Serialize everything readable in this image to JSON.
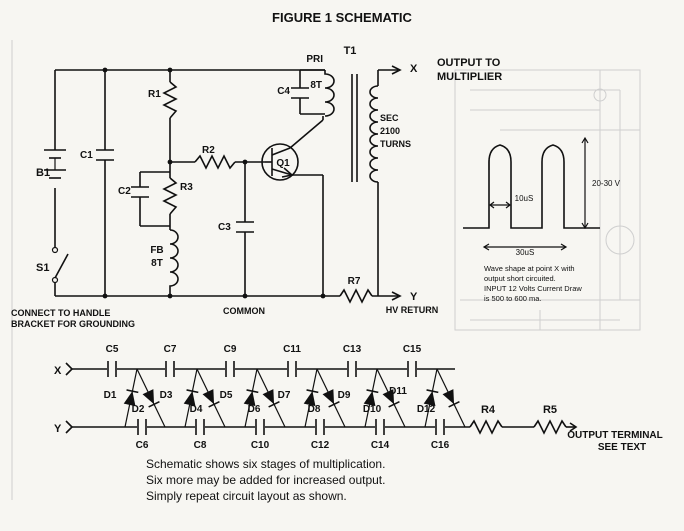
{
  "title": "FIGURE 1 SCHEMATIC",
  "labels": {
    "t1": "T1",
    "pri": "PRI",
    "pri_turns": "8T",
    "c4": "C4",
    "sec": "SEC",
    "sec_turns": "2100",
    "sec_turns_label": "TURNS",
    "x": "X",
    "y": "Y",
    "r1": "R1",
    "r2": "R2",
    "r3": "R3",
    "r7": "R7",
    "c1": "C1",
    "c2": "C2",
    "c3": "C3",
    "b1": "B1",
    "s1": "S1",
    "q1": "Q1",
    "fb": "FB",
    "fb_turns": "8T",
    "output_line1": "OUTPUT TO",
    "output_line2": "MULTIPLIER",
    "connect_line1": "CONNECT TO HANDLE",
    "connect_line2": "BRACKET FOR GROUNDING",
    "common": "COMMON",
    "hv_return": "HV RETURN"
  },
  "waveform": {
    "pulse_width": "10uS",
    "period": "30uS",
    "amplitude": "20-30 V",
    "note_lines": [
      "Wave shape at point X with",
      "output short circuited.",
      "INPUT 12 Volts Current Draw",
      "is 500 to 600 ma."
    ]
  },
  "multiplier": {
    "x": "X",
    "y": "Y",
    "top_caps": [
      "C5",
      "C7",
      "C9",
      "C11",
      "C13",
      "C15"
    ],
    "bottom_caps": [
      "C6",
      "C8",
      "C10",
      "C12",
      "C14",
      "C16"
    ],
    "diodes": [
      "D1",
      "D2",
      "D3",
      "D4",
      "D5",
      "D6",
      "D7",
      "D8",
      "D9",
      "D10",
      "D11",
      "D12"
    ],
    "r4": "R4",
    "r5": "R5",
    "output_line1": "OUTPUT TERMINAL",
    "output_line2": "SEE TEXT"
  },
  "notes": [
    "Schematic shows six stages of multiplication.",
    "Six more may be added for increased output.",
    "Simply repeat circuit layout as shown."
  ]
}
